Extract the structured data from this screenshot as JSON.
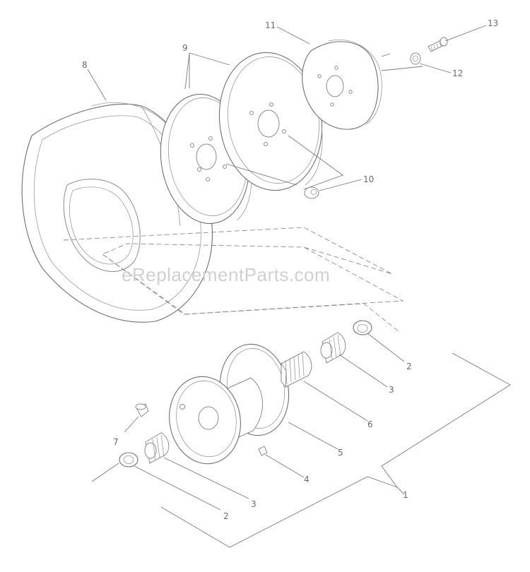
{
  "watermark": "eReplacementParts.com",
  "callouts": {
    "c1": "1",
    "c2a": "2",
    "c2b": "2",
    "c3a": "3",
    "c3b": "3",
    "c4": "4",
    "c5": "5",
    "c6": "6",
    "c7": "7",
    "c8": "8",
    "c9": "9",
    "c10": "10",
    "c11": "11",
    "c12": "12",
    "c13": "13"
  }
}
